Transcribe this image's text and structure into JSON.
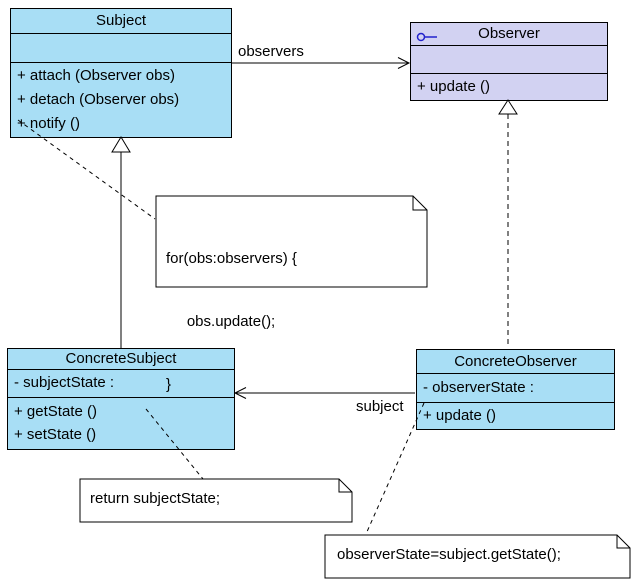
{
  "classes": {
    "subject": {
      "name": "Subject",
      "attributes": [],
      "operations": [
        "+ attach (Observer obs)",
        "+ detach (Observer obs)",
        "+ notify ()"
      ]
    },
    "observer": {
      "name": "Observer",
      "stereotype_icon": "interface-lollipop-icon",
      "attributes": [],
      "operations": [
        "+ update ()"
      ]
    },
    "concrete_subject": {
      "name": "ConcreteSubject",
      "attributes": [
        "- subjectState :"
      ],
      "operations": [
        "+ getState ()",
        "+ setState ()"
      ]
    },
    "concrete_observer": {
      "name": "ConcreteObserver",
      "attributes": [
        "- observerState :"
      ],
      "operations": [
        "+ update ()"
      ]
    }
  },
  "associations": {
    "observers_label": "observers",
    "subject_label": "subject"
  },
  "notes": {
    "notify_note_lines": [
      "for(obs:observers) {",
      "     obs.update();",
      "}"
    ],
    "get_state_note": "return subjectState;",
    "update_note": "observerState=subject.getState();"
  },
  "colors": {
    "class_fill": "#A8DEF5",
    "interface_fill": "#D2D2F2",
    "note_fill": "#FFFFFF",
    "line": "#000000",
    "interface_icon": "#2222CC"
  }
}
